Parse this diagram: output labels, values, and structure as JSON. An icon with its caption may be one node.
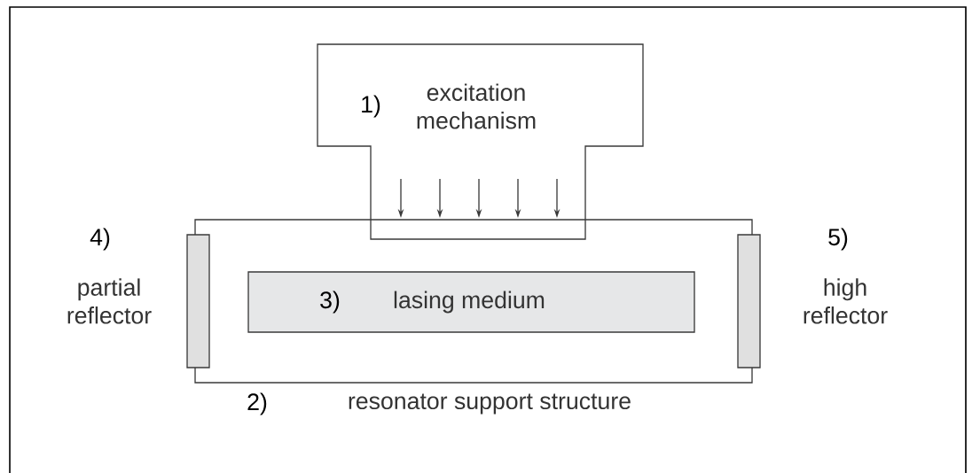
{
  "diagram": {
    "nodes": [
      {
        "text": [
          "1)",
          "excitation mechanism"
        ]
      },
      {
        "text": [
          "2)",
          "resonator support structure"
        ]
      },
      {
        "text": [
          "3)",
          "lasing medium"
        ],
        "in": 1
      },
      {
        "text": [
          "4)",
          "partial reflector"
        ]
      },
      {
        "text": [
          "5)",
          "high reflector"
        ]
      }
    ],
    "edges": []
  }
}
